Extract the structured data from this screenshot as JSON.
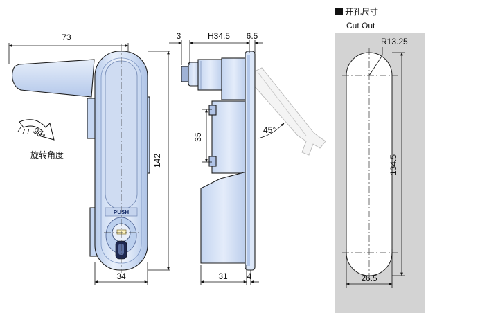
{
  "front_view": {
    "dim_width_top": "73",
    "dim_width_bottom": "34",
    "dim_height": "142",
    "rotation_angle": "90°",
    "rotation_label": "旋转角度",
    "push_label": "PUSH"
  },
  "side_view": {
    "dim_a": "3",
    "dim_b": "H34.5",
    "dim_c": "6.5",
    "dim_d": "35",
    "dim_e": "31",
    "dim_f": "4",
    "angle": "45°"
  },
  "cutout": {
    "title_cn": "开孔尺寸",
    "title_en": "Cut Out",
    "radius": "R13.25",
    "height": "134.5",
    "width": "26.5"
  },
  "colors": {
    "body_blue": "#c9d9f2",
    "body_light": "#e8f0fb",
    "panel_grey": "#d3d3d3"
  }
}
